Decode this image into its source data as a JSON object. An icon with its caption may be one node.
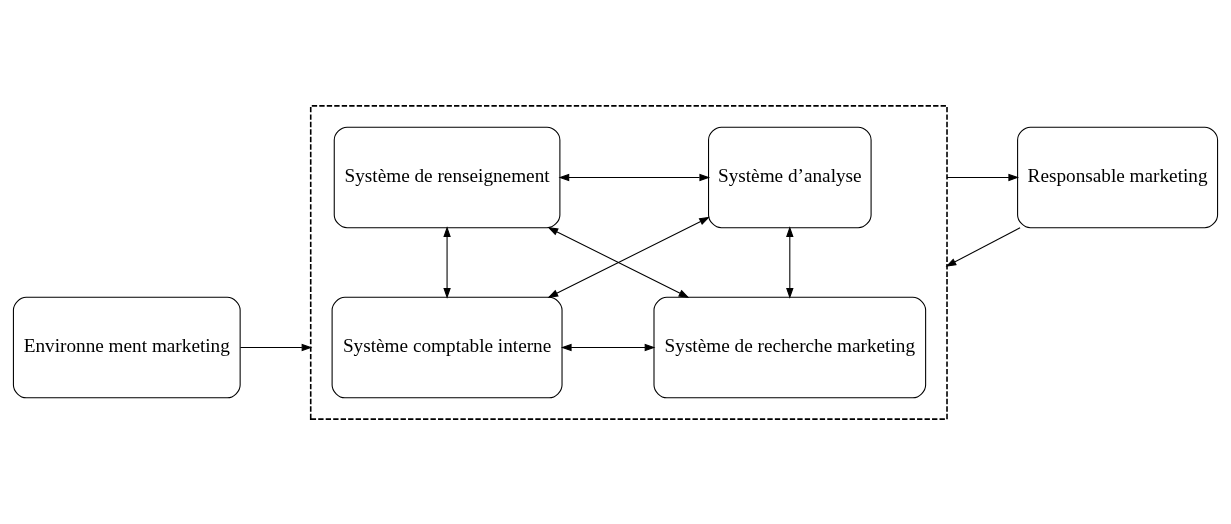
{
  "diagram": {
    "nodes": [
      {
        "text": [],
        "shape": "box"
      },
      {
        "text": [
          "Environne ment marketing"
        ]
      },
      {
        "text": [
          "Système comptable interne"
        ],
        "in": 0
      },
      {
        "text": [
          "Système de recherche marketing"
        ],
        "in": 0
      },
      {
        "text": [
          "Système de renseignement"
        ],
        "in": 0
      },
      {
        "text": [
          "Système d’analyse"
        ],
        "in": 0
      },
      {
        "text": [
          "Responsable marketing"
        ]
      }
    ],
    "edges": [
      {
        "from": 1,
        "to": 0,
        "arrow": "to"
      },
      {
        "from": 2,
        "to": 3,
        "arrow": "both"
      },
      {
        "from": 2,
        "to": 4,
        "arrow": "both"
      },
      {
        "from": 2,
        "to": 5,
        "arrow": "both"
      },
      {
        "from": 3,
        "to": 4,
        "arrow": "both"
      },
      {
        "from": 3,
        "to": 5,
        "arrow": "both"
      },
      {
        "from": 4,
        "to": 5,
        "arrow": "both"
      },
      {
        "from": 0,
        "to": 6,
        "arrow": "to"
      },
      {
        "from": 6,
        "to": 0,
        "arrow": "to"
      }
    ]
  }
}
